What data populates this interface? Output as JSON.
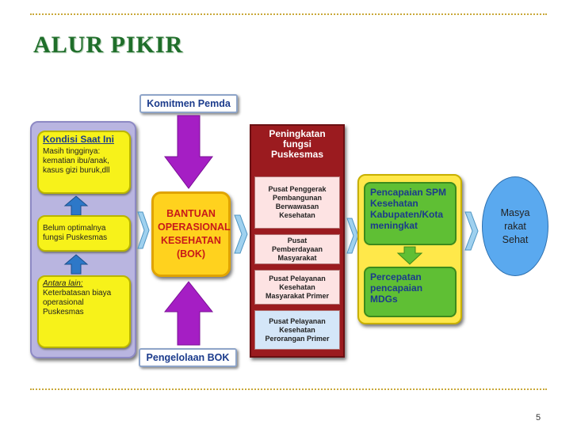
{
  "title": "ALUR PIKIR",
  "page_number": "5",
  "top_label": "Komitmen Pemda",
  "bottom_label": "Pengelolaan BOK",
  "left_column": {
    "box1_heading": "Kondisi Saat Ini",
    "box1_text": "Masih tingginya: kematian ibu/anak, kasus gizi buruk,dll",
    "box2_text": "Belum optimalnya fungsi Puskesmas",
    "box3_heading": "Antara lain:",
    "box3_text": "Keterbatasan biaya operasional Puskesmas"
  },
  "center_box": "BANTUAN OPERASIONAL KESEHATAN (BOK)",
  "puskesmas": {
    "heading": "Peningkatan fungsi Puskesmas",
    "items": [
      "Pusat Penggerak Pembangunan Berwawasan Kesehatan",
      "Pusat Pemberdayaan Masyarakat",
      "Pusat Pelayanan Kesehatan Masyarakat Primer",
      "Pusat Pelayanan Kesehatan Perorangan Primer"
    ]
  },
  "outcomes": {
    "spm": "Pencapaian SPM Kesehatan Kabupaten/Kota meningkat",
    "mdgs": "Percepatan pencapaian MDGs"
  },
  "result": "Masya rakat Sehat",
  "colors": {
    "title": "#1f6e2a",
    "purple_arrow": "#a51ec4",
    "blue_arrow": "#2d78c8"
  }
}
